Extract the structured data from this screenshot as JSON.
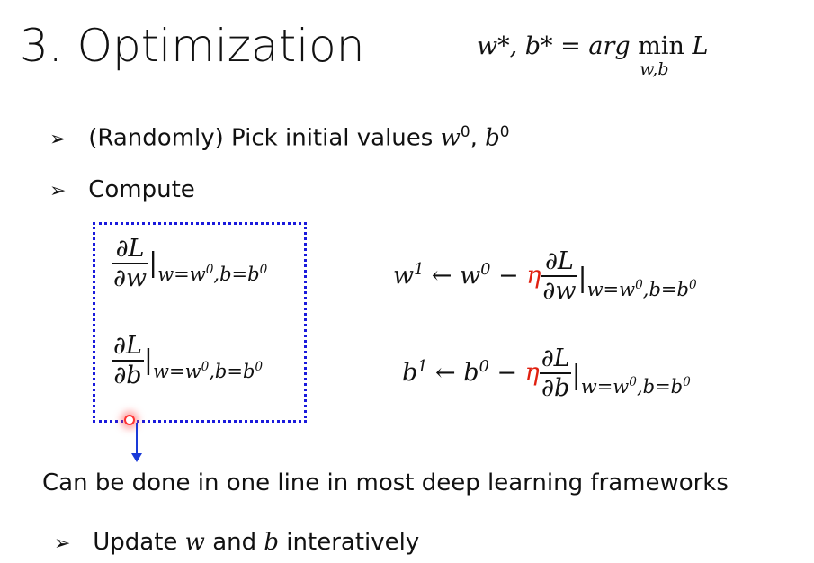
{
  "title": "3. Optimization",
  "objective": {
    "lhs": "w*, b*",
    "eq": "=",
    "arg": "arg",
    "min": "min",
    "under": "w,b",
    "L": "L"
  },
  "bullets": [
    {
      "icon": "arrow-bullet-icon",
      "text": "(Randomly) Pick initial values ",
      "math": "w",
      "sup1": "0",
      "comma": ", ",
      "math2": "b",
      "sup2": "0"
    },
    {
      "icon": "arrow-bullet-icon",
      "text": "Compute"
    },
    {
      "icon": "arrow-bullet-icon",
      "pre": "Update ",
      "w": "w",
      "mid": " and ",
      "b": "b",
      "post": " interatively"
    }
  ],
  "gradients": {
    "dL": "∂L",
    "dw": "∂w",
    "db": "∂b",
    "bar": "|",
    "eval_w": "w=w",
    "eval_sup": "0",
    "eval_b": ",b=b"
  },
  "updates": {
    "w_lhs": "w",
    "w_lhs_sup": "1",
    "arrow": "←",
    "w0": "w",
    "sup0": "0",
    "minus": "−",
    "eta": "η",
    "b_lhs": "b",
    "b_lhs_sup": "1",
    "b0": "b"
  },
  "note": "Can be done in one line in most deep learning frameworks",
  "colors": {
    "box": "#1a1adc",
    "eta": "#e02010",
    "arrow": "#1a3ad8"
  }
}
